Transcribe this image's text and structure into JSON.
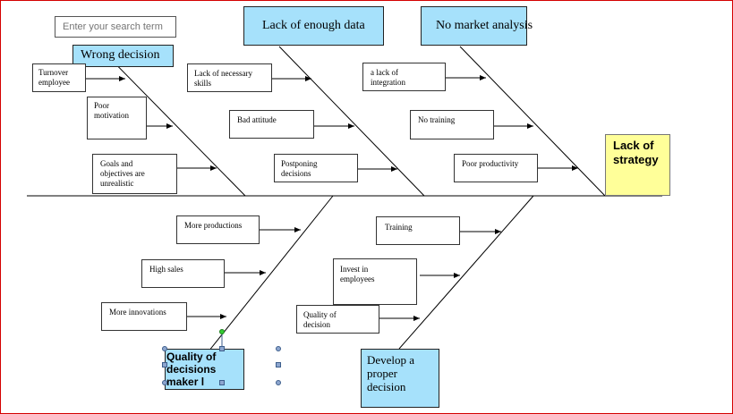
{
  "search": {
    "placeholder": "Enter your search term"
  },
  "effect": {
    "label": "Lack of strategy"
  },
  "categories": {
    "wrong_decision": "Wrong decision",
    "lack_of_data": "Lack of enough data",
    "no_market_analysis": "No market analysis",
    "quality_decisions": "Quality  of  decisions maker l",
    "develop_decision": "Develop a proper decision"
  },
  "causes": {
    "turnover": "Turnover\nemployee",
    "poor_motivation": "Poor\nmotivation",
    "goals": "Goals and\nobjectives are\nunrealistic",
    "skills": "Lack  of necessary\nskills",
    "attitude": "Bad attitude",
    "postponing": "Postponing\ndecisions",
    "integration": "a lack of\nintegration",
    "no_training": "No training",
    "productivity": "Poor productivity",
    "more_productions": "More productions",
    "high_sales": "High sales",
    "innovations": "More innovations",
    "training": "Training",
    "invest": "Invest in\nemployees",
    "quality_of_decision": "Quality of\ndecision"
  }
}
